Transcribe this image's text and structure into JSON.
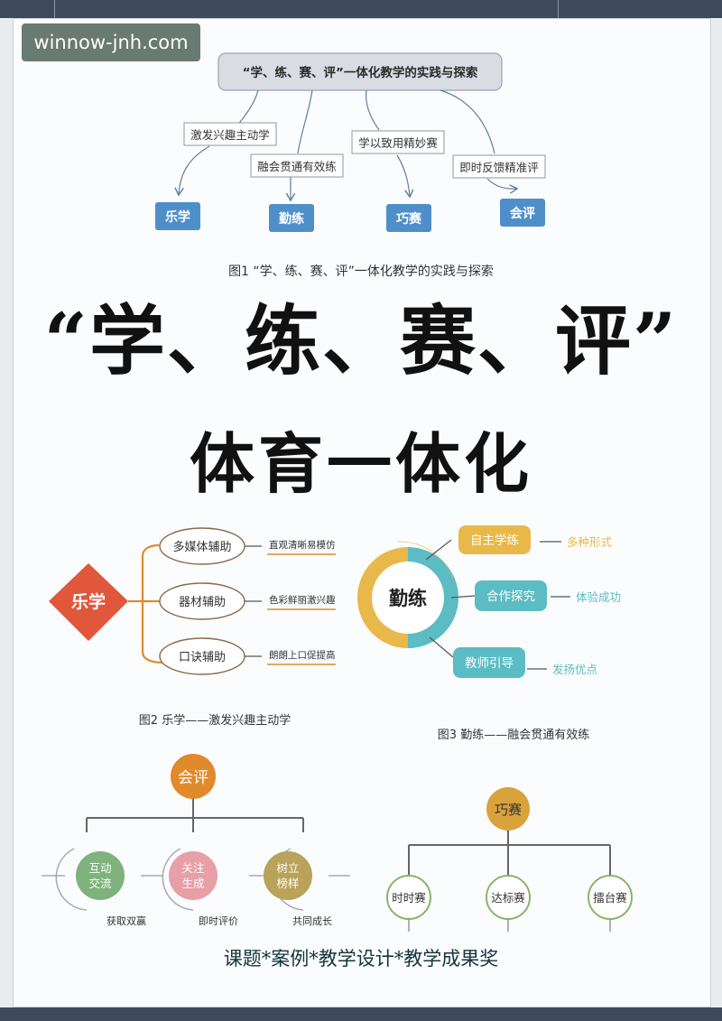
{
  "watermark": "winnow-jnh.com",
  "fig1": {
    "root": "“学、练、赛、评”一体化教学的实践与探索",
    "edges": [
      "激发兴趣主动学",
      "融会贯通有效练",
      "学以致用精妙赛",
      "即时反馈精准评"
    ],
    "leaves": [
      "乐学",
      "勤练",
      "巧赛",
      "会评"
    ],
    "caption": "图1 “学、练、赛、评”一体化教学的实践与探索"
  },
  "title_line1": "“学、练、赛、评”",
  "title_line2": "体育一体化",
  "fig2": {
    "center": "乐学",
    "items": [
      "多媒体辅助",
      "器材辅助",
      "口诀辅助"
    ],
    "notes": [
      "直观清晰易模仿",
      "色彩鲜丽激兴趣",
      "朗朗上口促提高"
    ],
    "caption": "图2 乐学——激发兴趣主动学"
  },
  "fig3": {
    "center": "勤练",
    "items": [
      "自主学练",
      "合作探究",
      "教师引导"
    ],
    "notes": [
      "多种形式",
      "体验成功",
      "发扬优点"
    ],
    "caption": "图3 勤练——融会贯通有效练"
  },
  "fig4": {
    "root": "会评",
    "items": [
      "互动交流",
      "关注生成",
      "树立榜样"
    ],
    "notes": [
      "获取双赢",
      "即时评价",
      "共同成长"
    ]
  },
  "fig5": {
    "root": "巧赛",
    "items": [
      "时时赛",
      "达标赛",
      "擂台赛"
    ]
  },
  "footer": "课题*案例*教学设计*教学成果奖",
  "colors": {
    "blue": "#4f8fc9",
    "orange": "#e08a2c",
    "red": "#e0573c",
    "teal": "#5bbcc4",
    "green": "#7fb27d",
    "yellow": "#e9b84a",
    "pink": "#e79fa8",
    "olive": "#b9a25a"
  }
}
